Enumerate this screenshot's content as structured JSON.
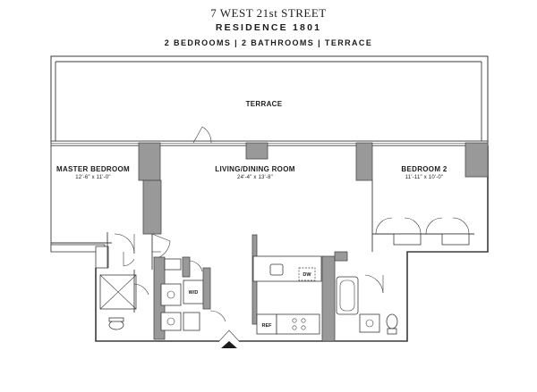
{
  "header": {
    "address": "7 WEST 21st STREET",
    "residence": "RESIDENCE 1801",
    "summary": "2 BEDROOMS | 2 BATHROOMS | TERRACE"
  },
  "rooms": {
    "terrace": {
      "name": "TERRACE"
    },
    "master_bedroom": {
      "name": "MASTER BEDROOM",
      "dims": "12'-6\" x 11'-0\""
    },
    "living_dining": {
      "name": "LIVING/DINING ROOM",
      "dims": "24'-4\" x 13'-8\""
    },
    "bedroom_2": {
      "name": "BEDROOM 2",
      "dims": "11'-11\" x 10'-0\""
    }
  },
  "fixtures": {
    "washer_dryer": "W/D",
    "dishwasher": "DW",
    "refrigerator": "REF"
  }
}
